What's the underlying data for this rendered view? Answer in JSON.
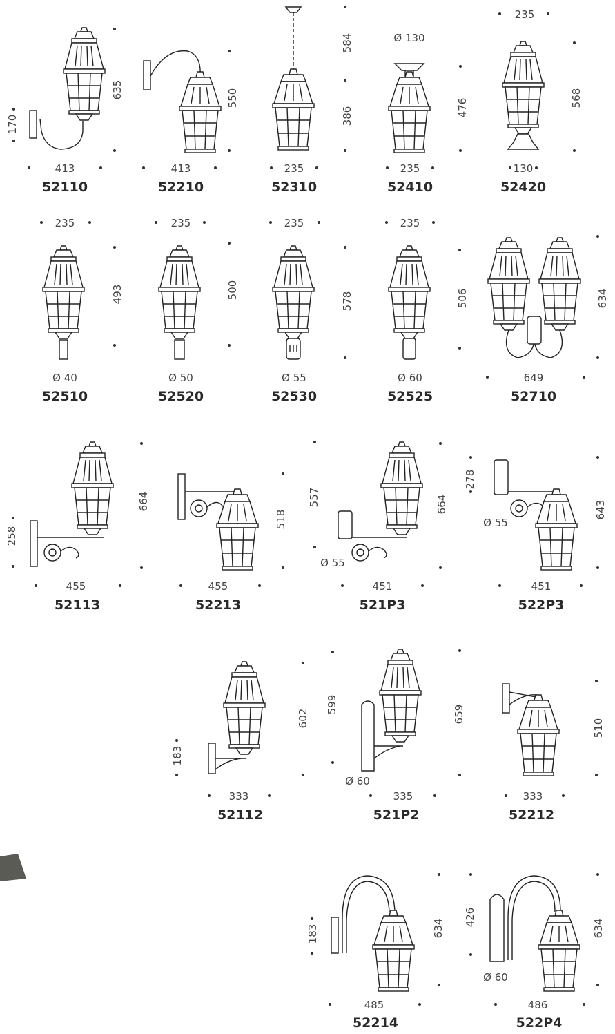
{
  "products": [
    {
      "id": "52110",
      "code": "52110",
      "width": "413",
      "height": "635",
      "extra": "170",
      "extra_note": "",
      "icon": "wall-lantern-swan-neck-up"
    },
    {
      "id": "52210",
      "code": "52210",
      "width": "413",
      "height": "550",
      "extra": "",
      "extra_note": "",
      "icon": "wall-lantern-swan-neck-down"
    },
    {
      "id": "52310",
      "code": "52310",
      "width": "235",
      "height": "584",
      "extra": "386",
      "extra_note": "",
      "icon": "pendant-lantern-chain"
    },
    {
      "id": "52410",
      "code": "52410",
      "width": "235",
      "height": "476",
      "extra": "",
      "extra_note": "Ø 130",
      "icon": "ceiling-lantern"
    },
    {
      "id": "52420",
      "code": "52420",
      "width": "130",
      "height": "568",
      "extra": "",
      "extra_note": "235",
      "icon": "pedestal-lantern"
    },
    {
      "id": "52510",
      "code": "52510",
      "width": "Ø 40",
      "height": "493",
      "extra": "235",
      "extra_note": "",
      "icon": "post-top-lantern"
    },
    {
      "id": "52520",
      "code": "52520",
      "width": "Ø 50",
      "height": "500",
      "extra": "235",
      "extra_note": "",
      "icon": "post-top-lantern"
    },
    {
      "id": "52530",
      "code": "52530",
      "width": "Ø 55",
      "height": "578",
      "extra": "235",
      "extra_note": "",
      "icon": "post-top-lantern-cartridge"
    },
    {
      "id": "52525",
      "code": "52525",
      "width": "Ø 60",
      "height": "506",
      "extra": "235",
      "extra_note": "",
      "icon": "post-top-lantern-cartridge"
    },
    {
      "id": "52710",
      "code": "52710",
      "width": "649",
      "height": "634",
      "extra": "",
      "extra_note": "",
      "icon": "double-lantern-bracket"
    },
    {
      "id": "52113",
      "code": "52113",
      "width": "455",
      "height": "664",
      "extra": "258",
      "extra_note": "",
      "icon": "wall-lantern-scroll-bracket"
    },
    {
      "id": "52213",
      "code": "52213",
      "width": "455",
      "height": "518",
      "extra": "",
      "extra_note": "",
      "icon": "wall-lantern-scroll-bracket-hanging"
    },
    {
      "id": "521P3",
      "code": "521P3",
      "width": "451",
      "height": "664",
      "extra": "557",
      "extra_note": "Ø 55",
      "icon": "post-mount-scroll-bracket-lantern"
    },
    {
      "id": "522P3",
      "code": "522P3",
      "width": "451",
      "height": "643",
      "extra": "278",
      "extra_note": "Ø 55",
      "icon": "post-mount-scroll-bracket-hanging"
    },
    {
      "id": "52112",
      "code": "52112",
      "width": "333",
      "height": "602",
      "extra": "183",
      "extra_note": "",
      "icon": "wall-lantern-small-bracket"
    },
    {
      "id": "521P2",
      "code": "521P2",
      "width": "335",
      "height": "659",
      "extra": "599",
      "extra_note": "Ø 60",
      "icon": "post-mount-small-bracket-lantern"
    },
    {
      "id": "52212",
      "code": "52212",
      "width": "333",
      "height": "510",
      "extra": "",
      "extra_note": "",
      "icon": "wall-lantern-small-bracket-hanging"
    },
    {
      "id": "52214",
      "code": "52214",
      "width": "485",
      "height": "634",
      "extra": "183",
      "extra_note": "",
      "icon": "wall-lantern-tall-swan-neck"
    },
    {
      "id": "522P4",
      "code": "522P4",
      "width": "486",
      "height": "634",
      "extra": "426",
      "extra_note": "Ø 60",
      "icon": "post-mount-tall-swan-neck"
    }
  ],
  "d130_label": "Ø 130",
  "d130_short": "130",
  "w235": "235"
}
